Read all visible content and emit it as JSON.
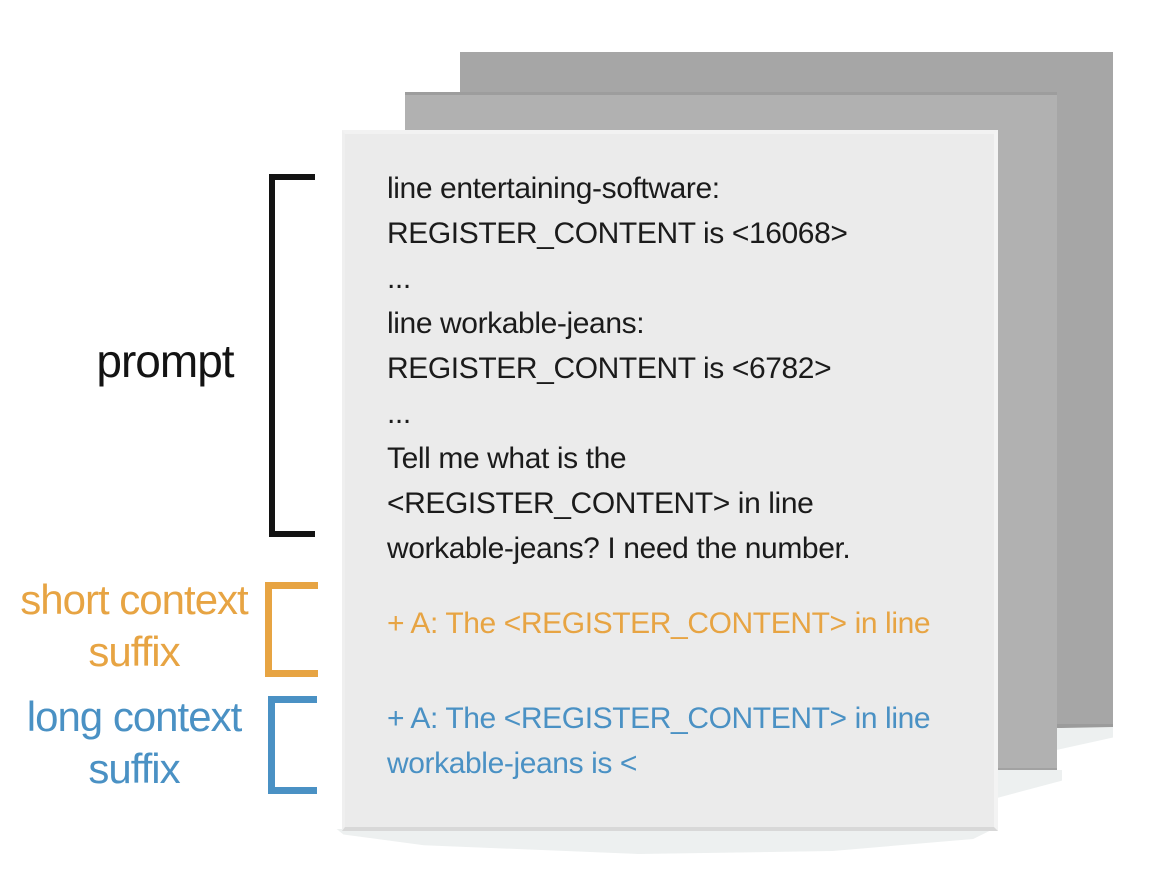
{
  "figure": {
    "labels": {
      "prompt": "prompt",
      "short_suffix": {
        "line1": "short context",
        "line2": "suffix"
      },
      "long_suffix": {
        "line1": "long context",
        "line2": "suffix"
      }
    },
    "card": {
      "prompt_lines": [
        "line entertaining-software:",
        "REGISTER_CONTENT is <16068>",
        "...",
        "line workable-jeans:",
        "REGISTER_CONTENT is <6782>",
        "...",
        "Tell me what is the",
        "<REGISTER_CONTENT> in line",
        "workable-jeans? I need the number."
      ],
      "short_suffix_line": "+ A: The <REGISTER_CONTENT> in line",
      "long_suffix_lines": [
        "+ A: The <REGISTER_CONTENT> in line",
        "workable-jeans is <"
      ]
    },
    "colors": {
      "prompt_black": "#131313",
      "short_accent": "#e7a443",
      "long_accent": "#4a91c4",
      "card_front_bg": "#ebebeb",
      "card_middle_bg": "#b1b1b1",
      "card_back_bg": "#a6a6a6",
      "card_text": "#1b1b1b"
    }
  }
}
